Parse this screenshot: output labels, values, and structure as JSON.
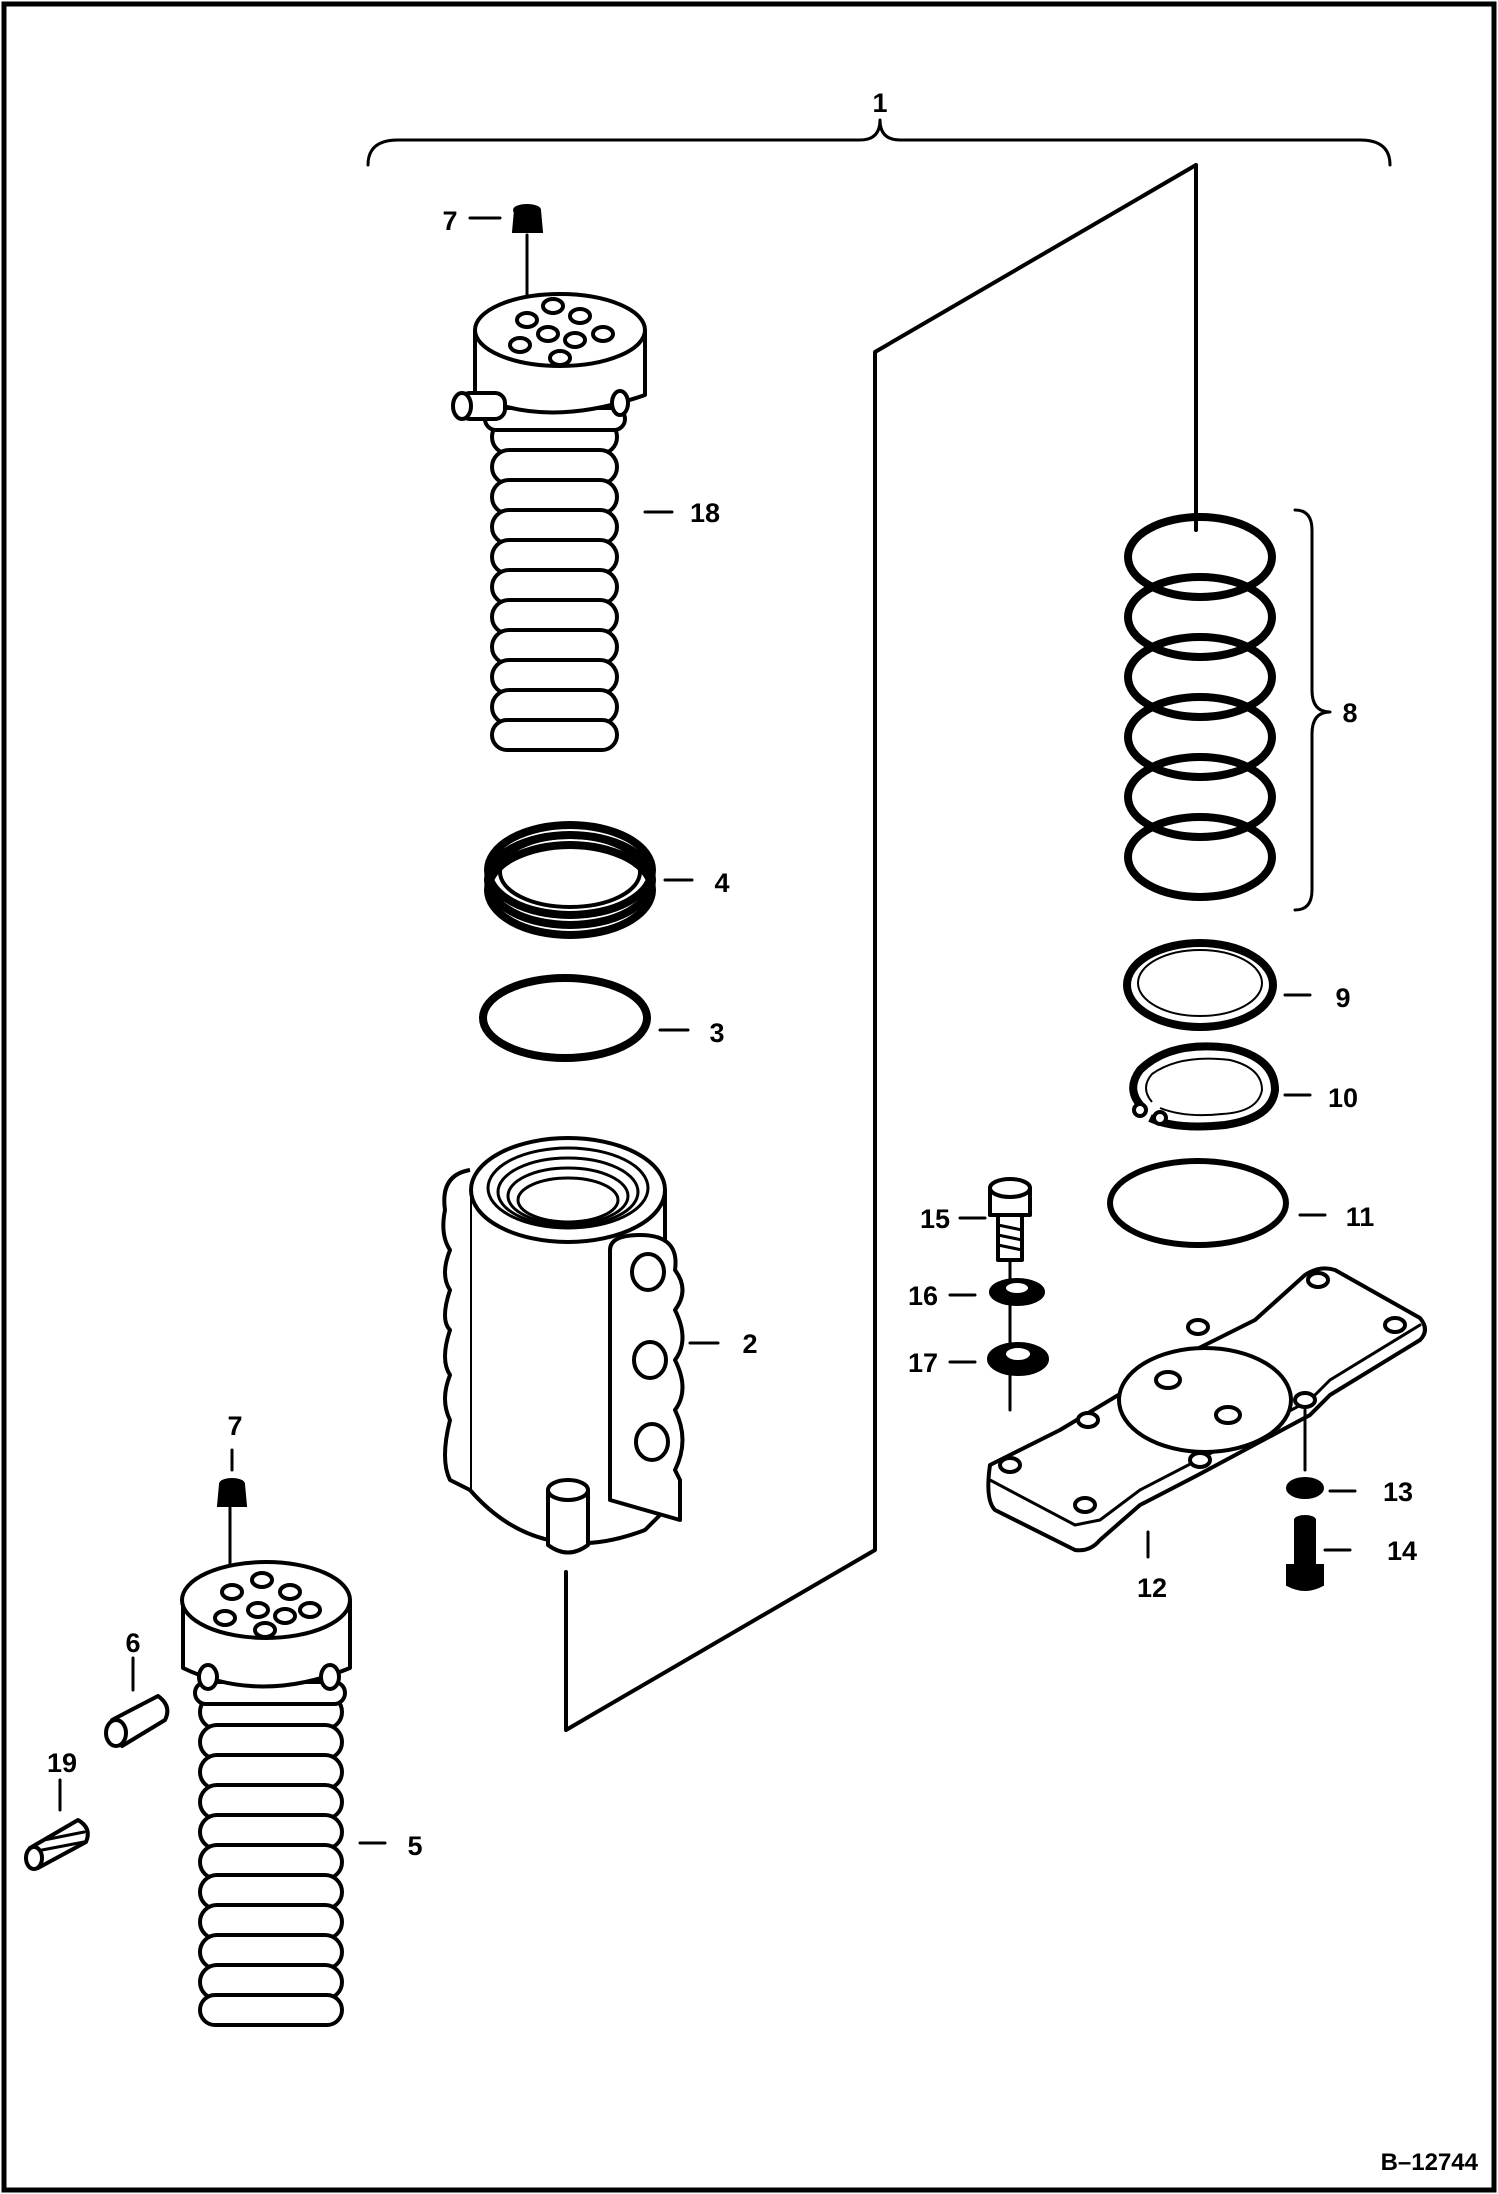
{
  "figure_id": "B–12744",
  "callouts": {
    "c1": "1",
    "c2": "2",
    "c3": "3",
    "c4": "4",
    "c5": "5",
    "c6": "6",
    "c7a": "7",
    "c7b": "7",
    "c8": "8",
    "c9": "9",
    "c10": "10",
    "c11": "11",
    "c12": "12",
    "c13": "13",
    "c14": "14",
    "c15": "15",
    "c16": "16",
    "c17": "17",
    "c18": "18",
    "c19": "19"
  }
}
